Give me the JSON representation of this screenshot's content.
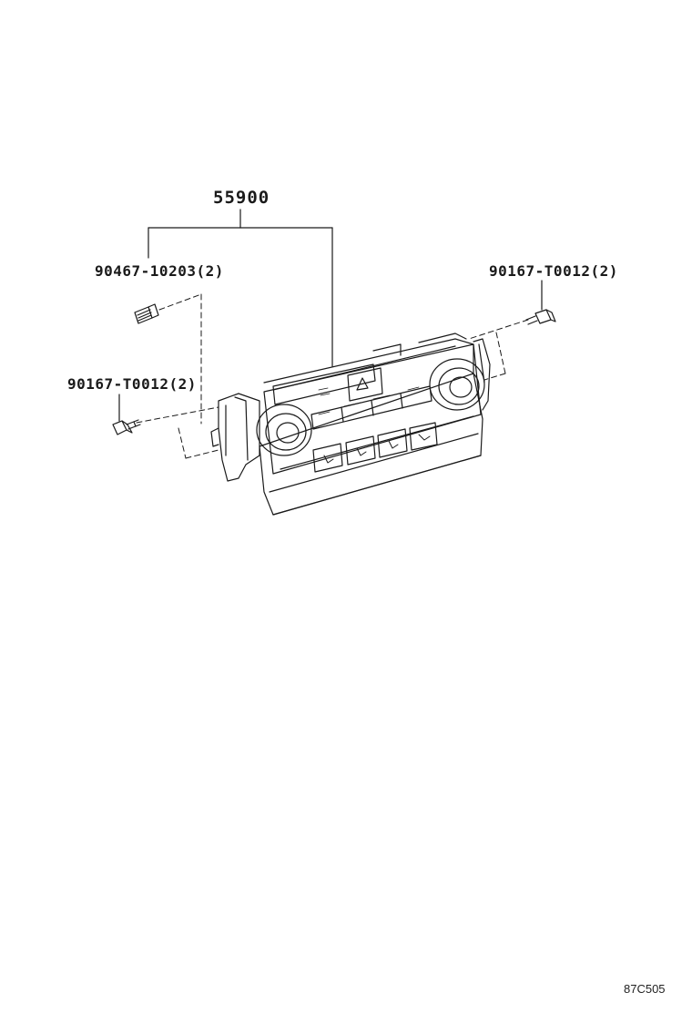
{
  "callouts": {
    "main_assembly": "55900",
    "screw_left": "90467-10203(2)",
    "bolt_left": "90167-T0012(2)",
    "bolt_right": "90167-T0012(2)"
  },
  "figure_code": "87C505",
  "colors": {
    "ink": "#1a1a1a",
    "background": "#ffffff"
  },
  "icons": {
    "panel": "climate-control-panel",
    "fastener": "screw-icon"
  }
}
